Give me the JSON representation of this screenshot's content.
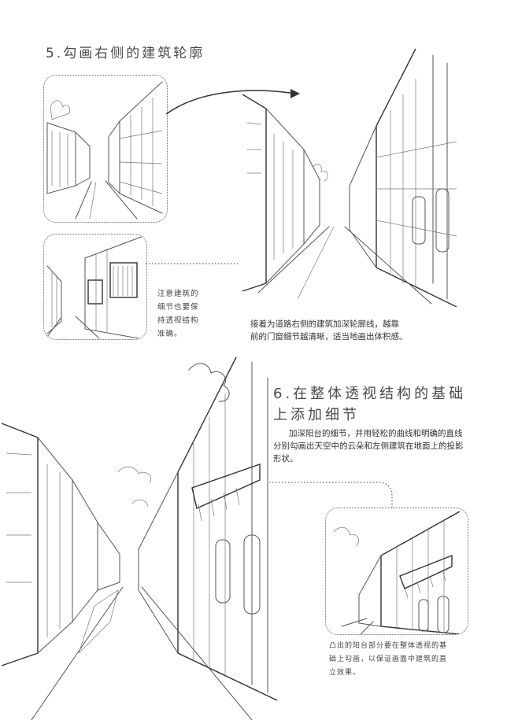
{
  "step5": {
    "title": "5.勾画右侧的建筑轮廓",
    "note": [
      "注意建筑的",
      "细节也要保",
      "持透视结构",
      "准确。"
    ],
    "description": [
      "接着为道路右侧的建筑加深轮廓线，越靠",
      "前的门窗细节越清晰，适当地画出体积感。"
    ]
  },
  "step6": {
    "title_line1": "6.在整体透视结构的基础",
    "title_line2": "上添加细节",
    "description": [
      "加深阳台的细节，并用轻松的曲线和明确的直线",
      "分别勾画出天空中的云朵和左侧建筑在地面上的投影",
      "形状。"
    ],
    "note": [
      "凸出的阳台部分要在整体透视的基",
      "础上勾画，以保证画面中建筑的直",
      "立效果。"
    ]
  },
  "icons": {
    "arrow": "curved-arrow-icon"
  },
  "colors": {
    "text": "#333333",
    "heading": "#4a4a4a",
    "border": "#666666"
  }
}
